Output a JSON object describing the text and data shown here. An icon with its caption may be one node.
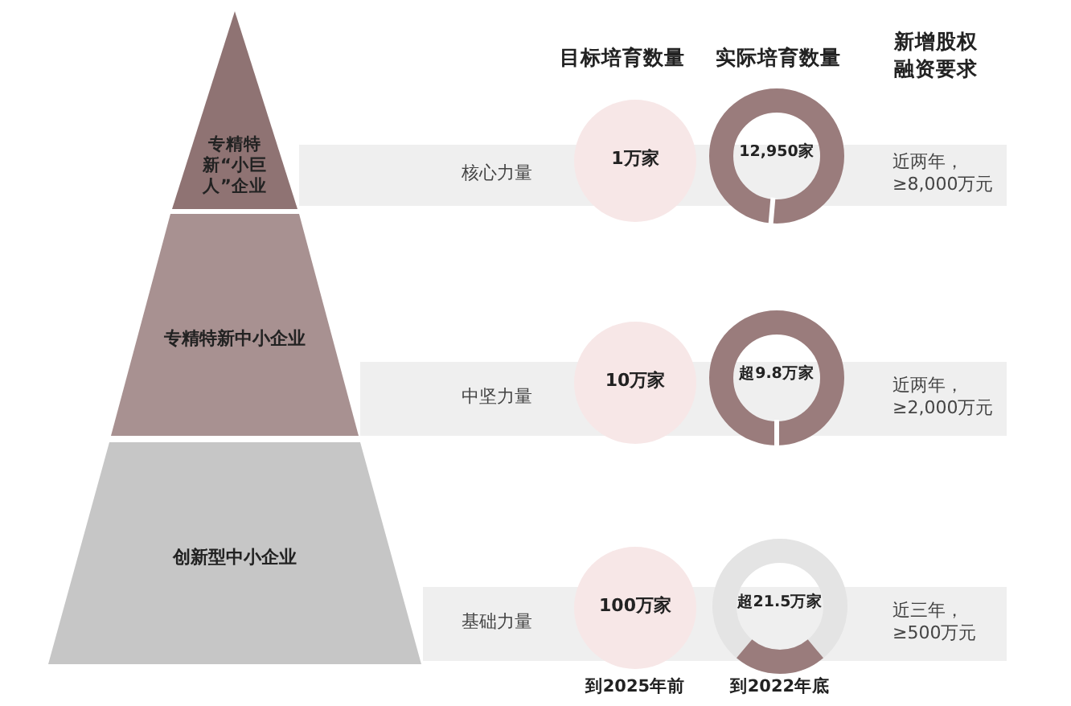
{
  "diagram": {
    "nodes": [
      {
        "text": [
          "专精特新“小巨人”企业"
        ]
      },
      {
        "text": [
          "核心力量",
          "近两年，≥8,000万元"
        ]
      },
      {
        "text": [
          "1万家"
        ]
      },
      {
        "text": [
          "12,950家"
        ]
      },
      {
        "text": [
          "专精特新中小企业"
        ]
      },
      {
        "text": [
          "中坚力量",
          "近两年，≥2,000万元"
        ]
      },
      {
        "text": [
          "10万家"
        ]
      },
      {
        "text": [
          "超9.8万家"
        ]
      },
      {
        "text": [
          "创新型中小企业"
        ]
      },
      {
        "text": [
          "基础力量",
          "近三年，≥500万元"
        ]
      },
      {
        "text": [
          "100万家"
        ],
        "beside": [
          "到2025年前"
        ]
      },
      {
        "text": [
          "超21.5万家"
        ],
        "beside": [
          "到2022年底"
        ]
      }
    ],
    "edges": [],
    "labels": [
      "目标培育数量",
      "实际培育数量",
      "新增股权融资要求"
    ]
  }
}
